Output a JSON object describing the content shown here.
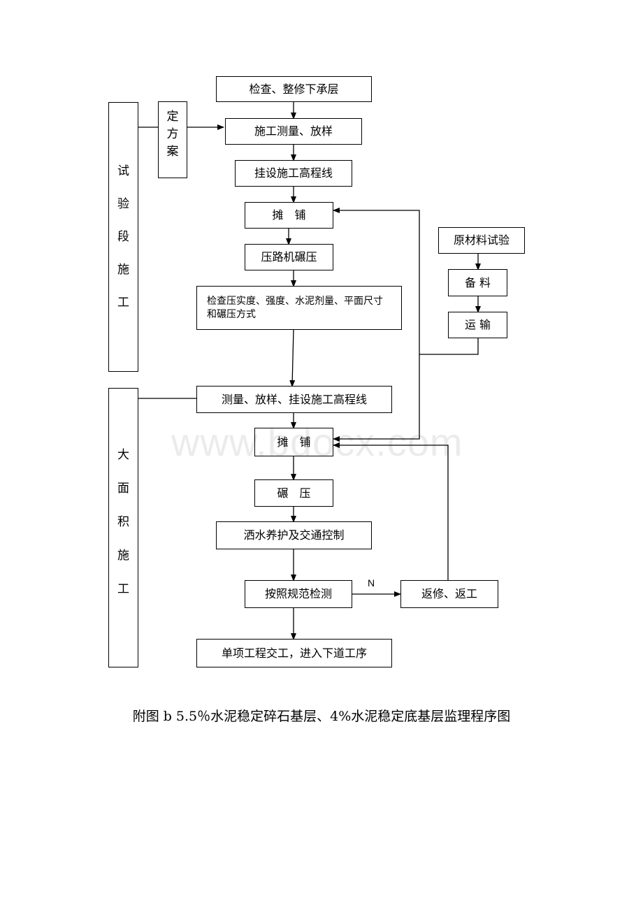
{
  "side_labels": {
    "trial": [
      "试",
      "验",
      "段",
      "施",
      "工"
    ],
    "plan": [
      "定",
      "方",
      "案"
    ],
    "large": [
      "大",
      "面",
      "积",
      "施",
      "工"
    ]
  },
  "steps": {
    "inspect_base": "检查、整修下承层",
    "survey_layout": "施工测量、放样",
    "hang_line": "挂设施工高程线",
    "paving_1": "摊　铺",
    "roller": "压路机碾压",
    "check_items": "检查压实度、强度、水泥剂量、平面尺寸和碾压方式",
    "survey_hang": "测量、放样、挂设施工高程线",
    "paving_2": "摊　铺",
    "compaction": "碾　压",
    "curing": "洒水养护及交通控制",
    "inspection": "按照规范检测",
    "rework": "返修、返工",
    "handover": "单项工程交工，进入下道工序",
    "material_test": "原材料试验",
    "prepare": "备 料",
    "transport": "运 输"
  },
  "decision_label": "N",
  "caption": "附图 b 5.5％水泥稳定碎石基层、4%水泥稳定底基层监理程序图",
  "watermark": "www.bdocx.com"
}
